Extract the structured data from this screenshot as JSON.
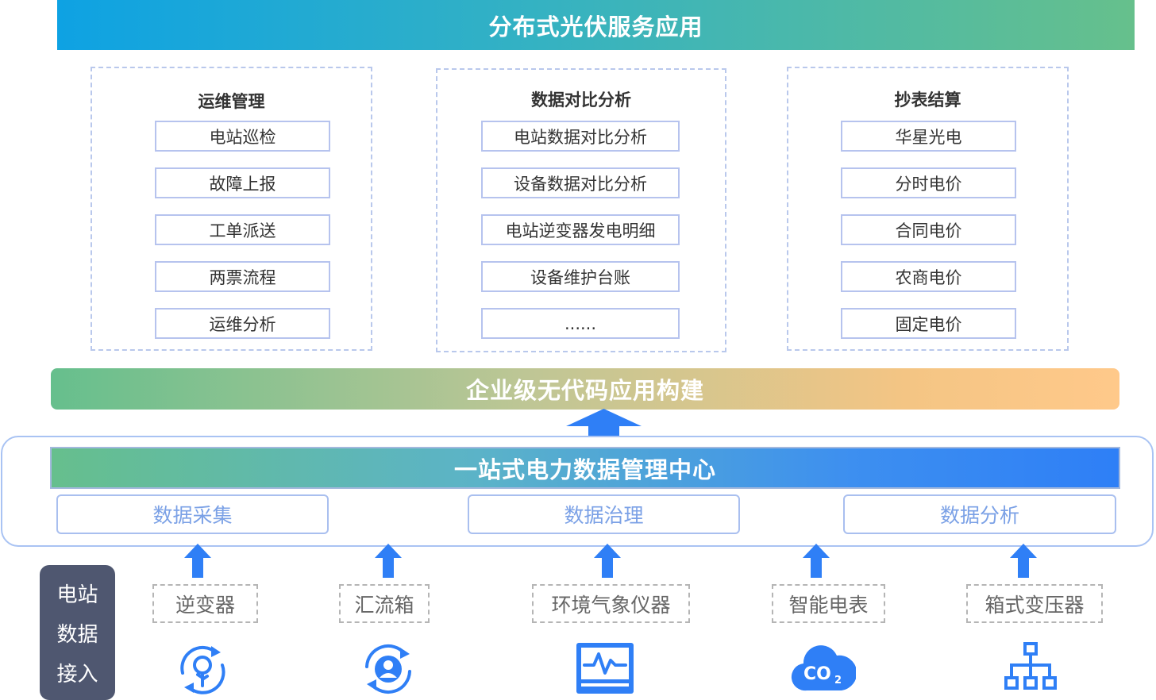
{
  "top_banner": "分布式光伏服务应用",
  "panels": [
    {
      "title": "运维管理",
      "items": [
        "电站巡检",
        "故障上报",
        "工单派送",
        "两票流程",
        "运维分析"
      ]
    },
    {
      "title": "数据对比分析",
      "items": [
        "电站数据对比分析",
        "设备数据对比分析",
        "电站逆变器发电明细",
        "设备维护台账",
        "......"
      ]
    },
    {
      "title": "抄表结算",
      "items": [
        "华星光电",
        "分时电价",
        "合同电价",
        "农商电价",
        "固定电价"
      ]
    }
  ],
  "mid_banner": "企业级无代码应用构建",
  "center_banner": "一站式电力数据管理中心",
  "center_items": [
    "数据采集",
    "数据治理",
    "数据分析"
  ],
  "side_label": [
    "电站",
    "数据",
    "接入"
  ],
  "devices": [
    "逆变器",
    "汇流箱",
    "环境气象仪器",
    "智能电表",
    "箱式变压器"
  ],
  "icons": [
    "tree-cycle-icon",
    "user-cycle-icon",
    "monitor-waveform-icon",
    "co2-cloud-icon",
    "hierarchy-network-icon"
  ],
  "colors": {
    "accent_blue": "#2f7ff6",
    "panel_border": "#b9c8ec",
    "side_label_bg": "#4f5770"
  }
}
